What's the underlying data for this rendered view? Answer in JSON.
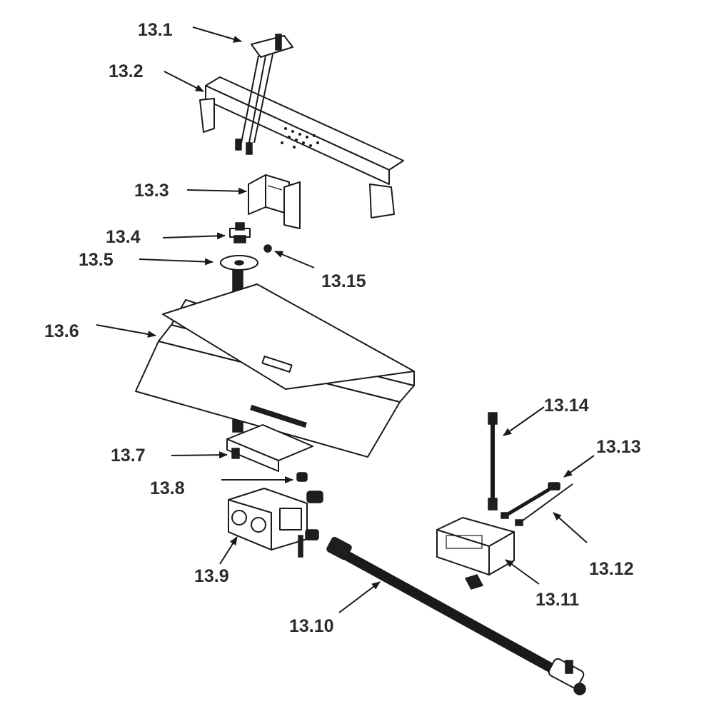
{
  "labels": {
    "p13_1": "13.1",
    "p13_2": "13.2",
    "p13_3": "13.3",
    "p13_4": "13.4",
    "p13_5": "13.5",
    "p13_6": "13.6",
    "p13_7": "13.7",
    "p13_8": "13.8",
    "p13_9": "13.9",
    "p13_10": "13.10",
    "p13_11": "13.11",
    "p13_12": "13.12",
    "p13_13": "13.13",
    "p13_14": "13.14",
    "p13_15": "13.15"
  }
}
